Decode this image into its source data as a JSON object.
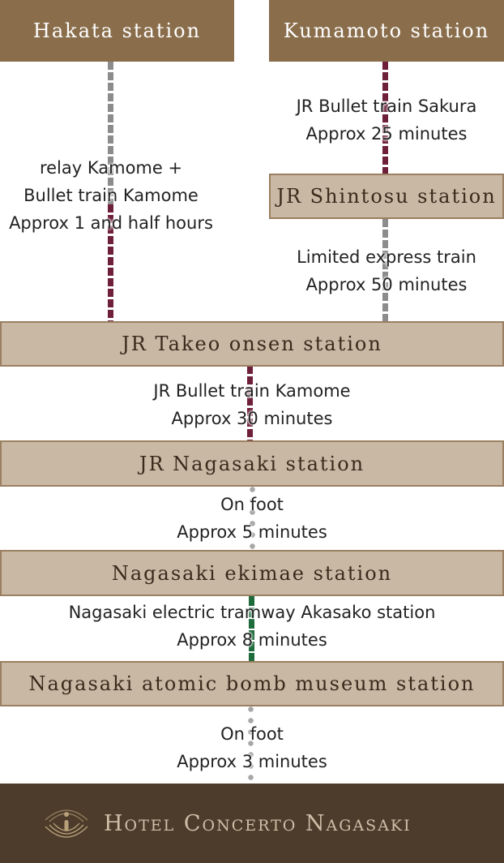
{
  "stations": {
    "hakata": "Hakata station",
    "kumamoto": "Kumamoto station",
    "shintosu": "JR Shintosu station",
    "takeo": "JR Takeo onsen station",
    "nagasaki": "JR Nagasaki station",
    "ekimae": "Nagasaki ekimae station",
    "museum": "Nagasaki atomic bomb museum station"
  },
  "routes": {
    "hakata_takeo": {
      "line1": "relay Kamome +",
      "line2": "Bullet train Kamome",
      "line3": "Approx 1 and half hours"
    },
    "kumamoto_shintosu": {
      "line1": "JR Bullet train Sakura",
      "line2": "Approx 25 minutes"
    },
    "shintosu_takeo": {
      "line1": "Limited express train",
      "line2": "Approx 50 minutes"
    },
    "takeo_nagasaki": {
      "line1": "JR Bullet train Kamome",
      "line2": "Approx 30 minutes"
    },
    "nagasaki_ekimae": {
      "line1": "On foot",
      "line2": "Approx 5 minutes"
    },
    "ekimae_museum": {
      "line1": "Nagasaki electric tramway Akasako station",
      "line2": "Approx 8 minutes"
    },
    "museum_hotel": {
      "line1": "On foot",
      "line2": "Approx 3 minutes"
    }
  },
  "footer": {
    "brand": "Hotel Concerto Nagasaki",
    "logo_icon": "concerto-emblem-icon"
  },
  "colors": {
    "header_box": "#8a6e4c",
    "station_box": "#c9b8a4",
    "jr_line": "#6e1f3a",
    "local_line": "#8c8c8c",
    "tram_line": "#1e6b3c",
    "footer_bg": "#4d3c2b"
  }
}
